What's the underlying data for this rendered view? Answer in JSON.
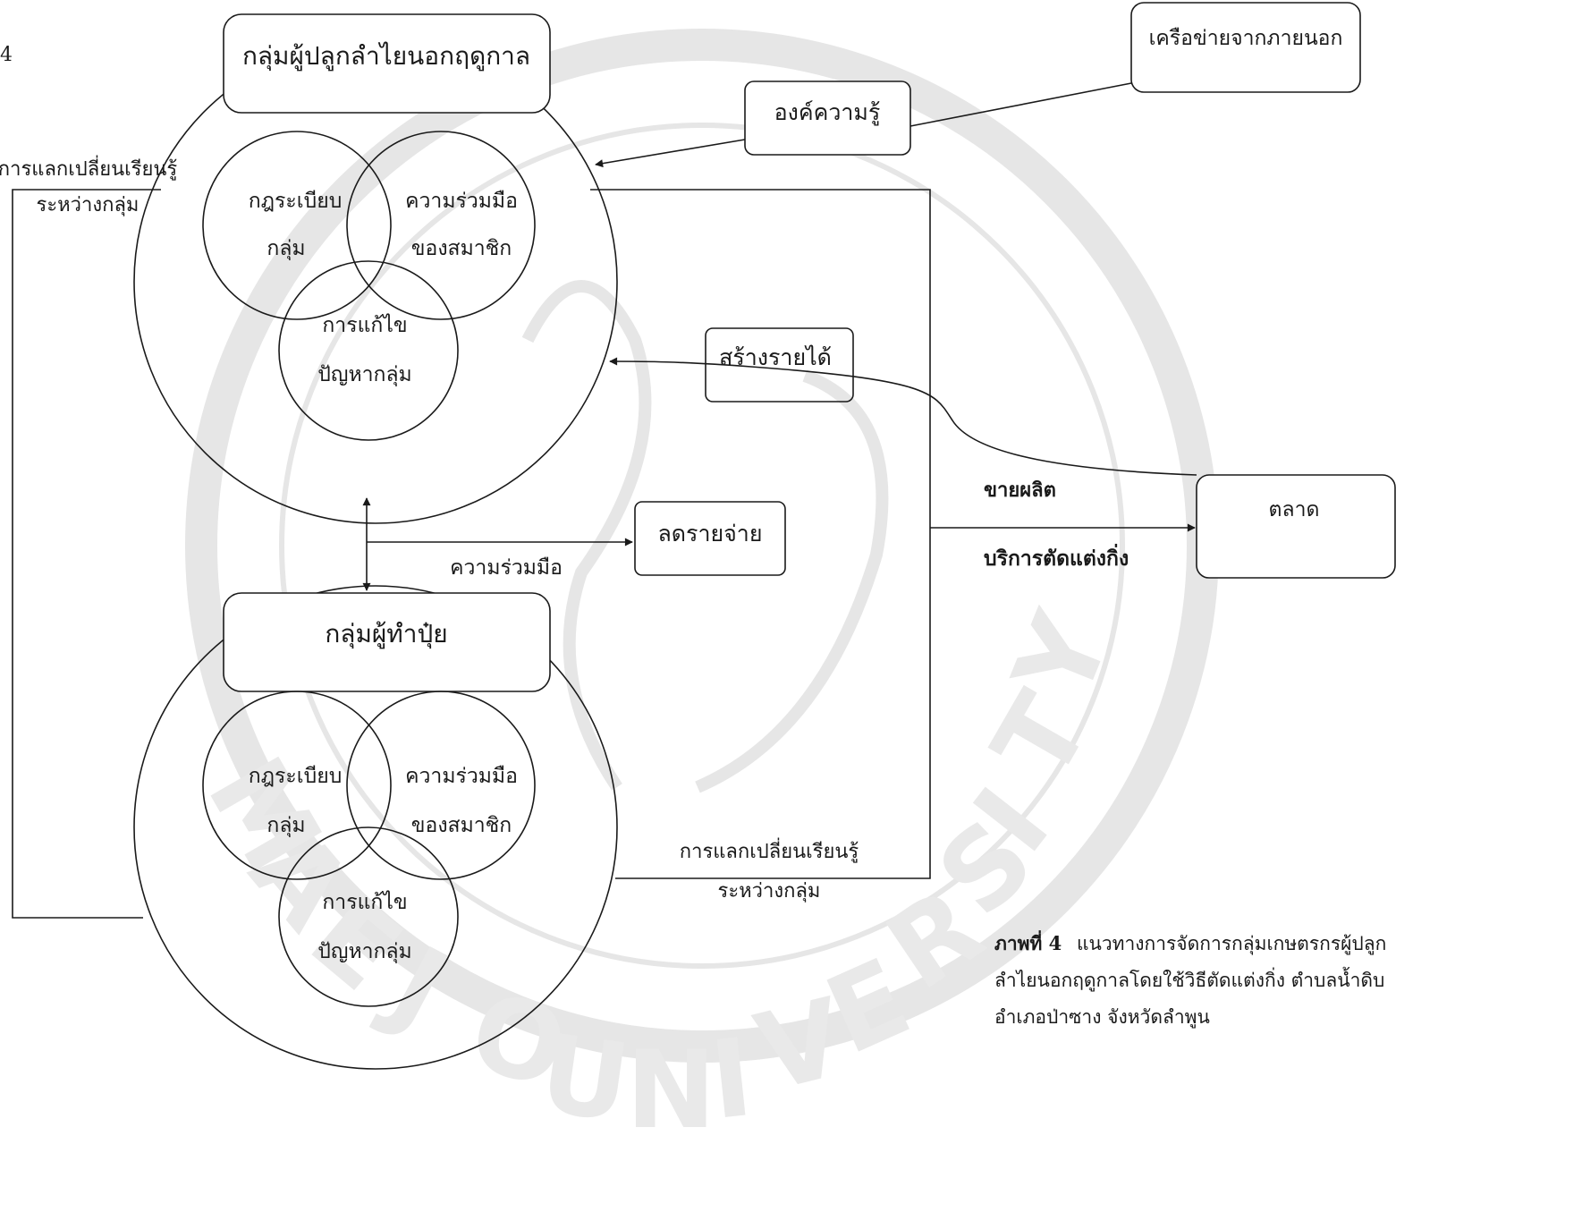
{
  "page_number": "4",
  "external_network": "เครือข่ายจากภายนอก",
  "knowledge": "องค์ความรู้",
  "longan_group": {
    "title": "กลุ่มผู้ปลูกลำไยนอกฤดูกาล",
    "rules": [
      "กฎระเบียบ",
      "กลุ่ม"
    ],
    "cooperation": [
      "ความร่วมมือ",
      "ของสมาชิก"
    ],
    "problem_solving": [
      "การแก้ไข",
      "ปัญหากลุ่ม"
    ]
  },
  "fertilizer_group": {
    "title": "กลุ่มผู้ทำปุ๋ย",
    "rules": [
      "กฎระเบียบ",
      "กลุ่ม"
    ],
    "cooperation": [
      "ความร่วมมือ",
      "ของสมาชิก"
    ],
    "problem_solving": [
      "การแก้ไข",
      "ปัญหากลุ่ม"
    ]
  },
  "exchange_left": [
    "การแลกเปลี่ยนเรียนรู้",
    "ระหว่างกลุ่ม"
  ],
  "exchange_bottom": [
    "การแลกเปลี่ยนเรียนรู้",
    "ระหว่างกลุ่ม"
  ],
  "create_income": "สร้างรายได้",
  "reduce_expenses": "ลดรายจ่าย",
  "cooperation_label": "ความร่วมมือ",
  "sell_product": "ขายผลิต",
  "pruning_service": "บริการตัดแต่งกิ่ง",
  "market": "ตลาด",
  "caption": {
    "label": "ภาพที่ 4",
    "lines": [
      "แนวทางการจัดการกลุ่มเกษตรกรผู้ปลูก",
      "ลำไยนอกฤดูกาลโดยใช้วิธีตัดแต่งกิ่ง ตำบลน้ำดิบ",
      "อำเภอป่าซาง จังหวัดลำพูน"
    ]
  },
  "watermark": {
    "letters": [
      "M",
      "A",
      "E",
      "J",
      "O",
      "U",
      "N",
      "I",
      "V",
      "E",
      "R",
      "S",
      "I",
      "T",
      "Y"
    ],
    "color": "#e6e6e6"
  }
}
